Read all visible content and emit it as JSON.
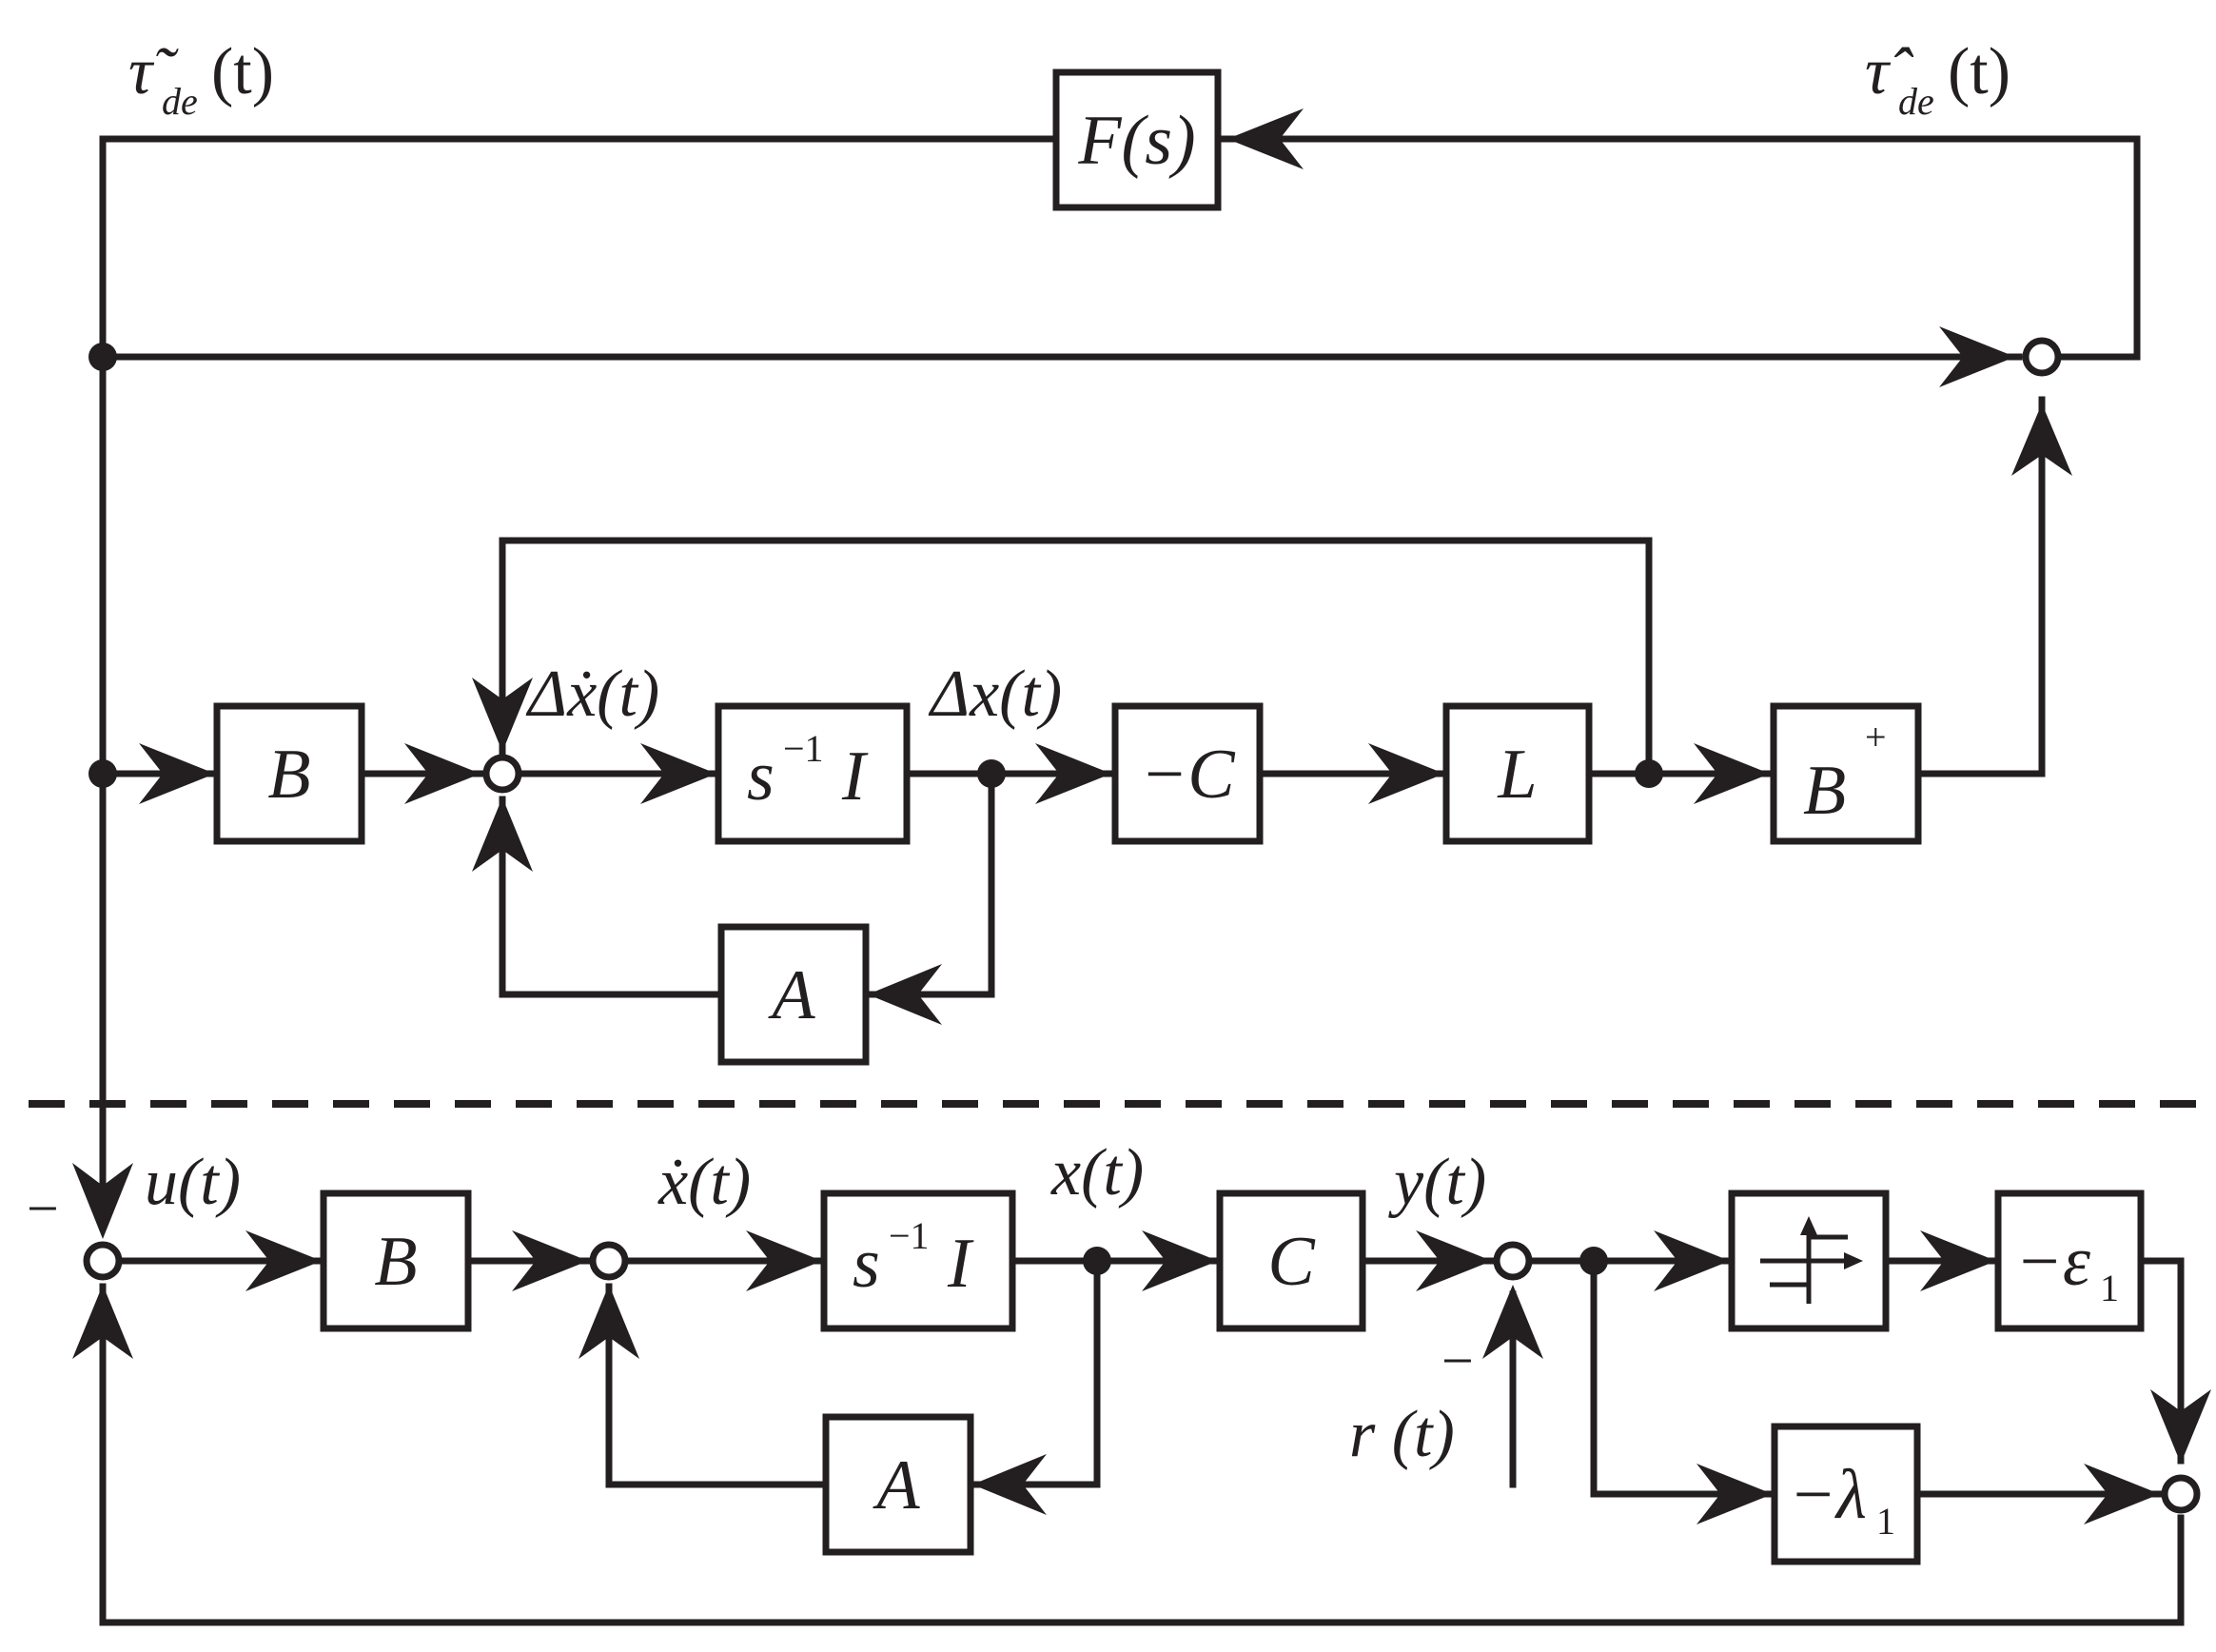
{
  "observer": {
    "tau_tilde": {
      "sym": "τ̃",
      "sub": "de",
      "arg": "(t)"
    },
    "tau_hat": {
      "sym": "τ̂",
      "sub": "de",
      "arg": "(t)"
    },
    "blocks": {
      "F": "F(s)",
      "B": "B",
      "integrator": {
        "base": "s",
        "sup": "−1",
        "tail": "I"
      },
      "A": "A",
      "negC": "−C",
      "L": "L",
      "Bplus": {
        "base": "B",
        "sup": "+"
      }
    },
    "signals": {
      "dx_dot": "Δẋ(t)",
      "dx": "Δx(t)"
    }
  },
  "plant": {
    "blocks": {
      "B": "B",
      "integrator": {
        "base": "s",
        "sup": "−1",
        "tail": "I"
      },
      "A": "A",
      "C": "C",
      "neg_eps": {
        "base": "−ε",
        "sub": "1"
      },
      "neg_lambda": {
        "base": "−λ",
        "sub": "1"
      }
    },
    "signals": {
      "u": "u(t)",
      "x_dot": "ẋ(t)",
      "x": "x(t)",
      "y": "y(t)",
      "r": "r (t)"
    },
    "signs": {
      "u_minus": "−",
      "r_minus": "−"
    }
  }
}
